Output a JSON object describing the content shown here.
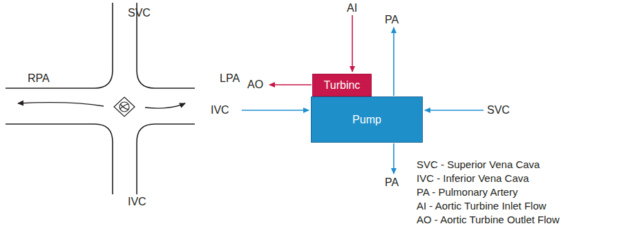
{
  "diagram": {
    "nodes": [
      {
        "text": [
          "Turbinc"
        ]
      },
      {
        "text": [
          "Pump"
        ]
      }
    ],
    "labels": [
      "SVC",
      "RPA",
      "LPA",
      "IVC",
      "AI",
      "PA",
      "AO",
      "IVC",
      "SVC",
      "PA",
      "SVC - Superior Vena Cava",
      "IVC - Inferior Vena Cava",
      "PA - Pulmonary Artery",
      "AI - Aortic Turbine Inlet Flow",
      "AO - Aortic Turbine Outlet Flow"
    ]
  }
}
